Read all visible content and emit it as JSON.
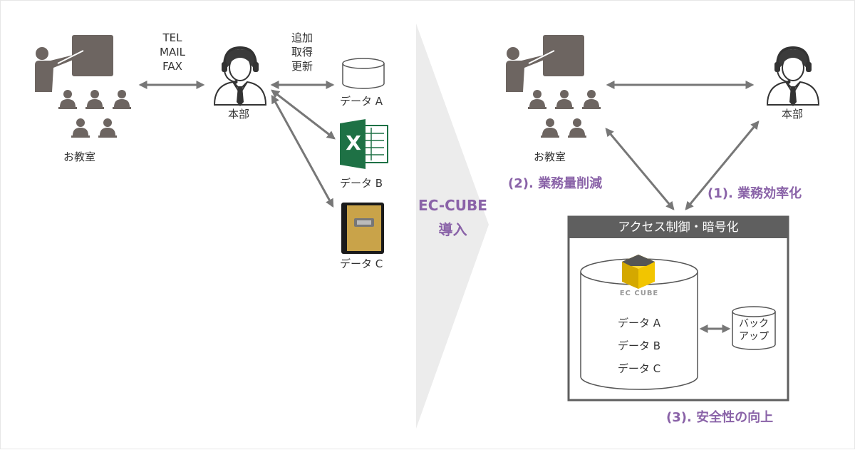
{
  "before": {
    "classroom_label": "お教室",
    "hq_label": "本部",
    "contact_methods": [
      "TEL",
      "MAIL",
      "FAX"
    ],
    "operations": [
      "追加",
      "取得",
      "更新"
    ],
    "data_a_label": "データ A",
    "data_b_label": "データ B",
    "data_c_label": "データ C",
    "excel_letter": "X"
  },
  "transition": {
    "line1": "EC-CUBE",
    "line2": "導入"
  },
  "after": {
    "classroom_label": "お教室",
    "hq_label": "本部",
    "benefit_1": "(1). 業務効率化",
    "benefit_2": "(2). 業務量削減",
    "benefit_3": "(3). 安全性の向上",
    "system_header": "アクセス制御・暗号化",
    "logo_text": "EC CUBE",
    "db_items": [
      "データ A",
      "データ B",
      "データ C"
    ],
    "backup_lines": [
      "バック",
      "アップ"
    ]
  },
  "colors": {
    "icon": "#6d6561",
    "arrow": "#777777",
    "accent_purple": "#8a63a8",
    "header_gray": "#5f5f5f",
    "excel_green": "#1e7145",
    "notebook_gold": "#c9a349",
    "logo_yellow": "#f2c500"
  }
}
